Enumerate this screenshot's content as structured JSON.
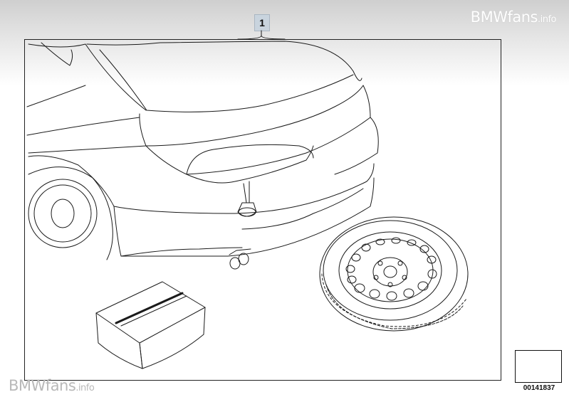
{
  "callout": {
    "label": "1"
  },
  "watermark": {
    "top_main": "BMWfans",
    "top_suffix": ".info",
    "bottom_bmw": "BMW",
    "bottom_fans": "fans",
    "bottom_suffix": ".info"
  },
  "reference": {
    "number": "00141837"
  },
  "colors": {
    "line": "#1a1a1a",
    "callout_bg": "#c9d4de",
    "header_gradient": "#cfcfcf"
  },
  "icons": {
    "car": "car-rear-outline",
    "wheel": "spare-wheel-icon",
    "box": "kit-box-icon",
    "ref": "cable-symbol-icon"
  }
}
